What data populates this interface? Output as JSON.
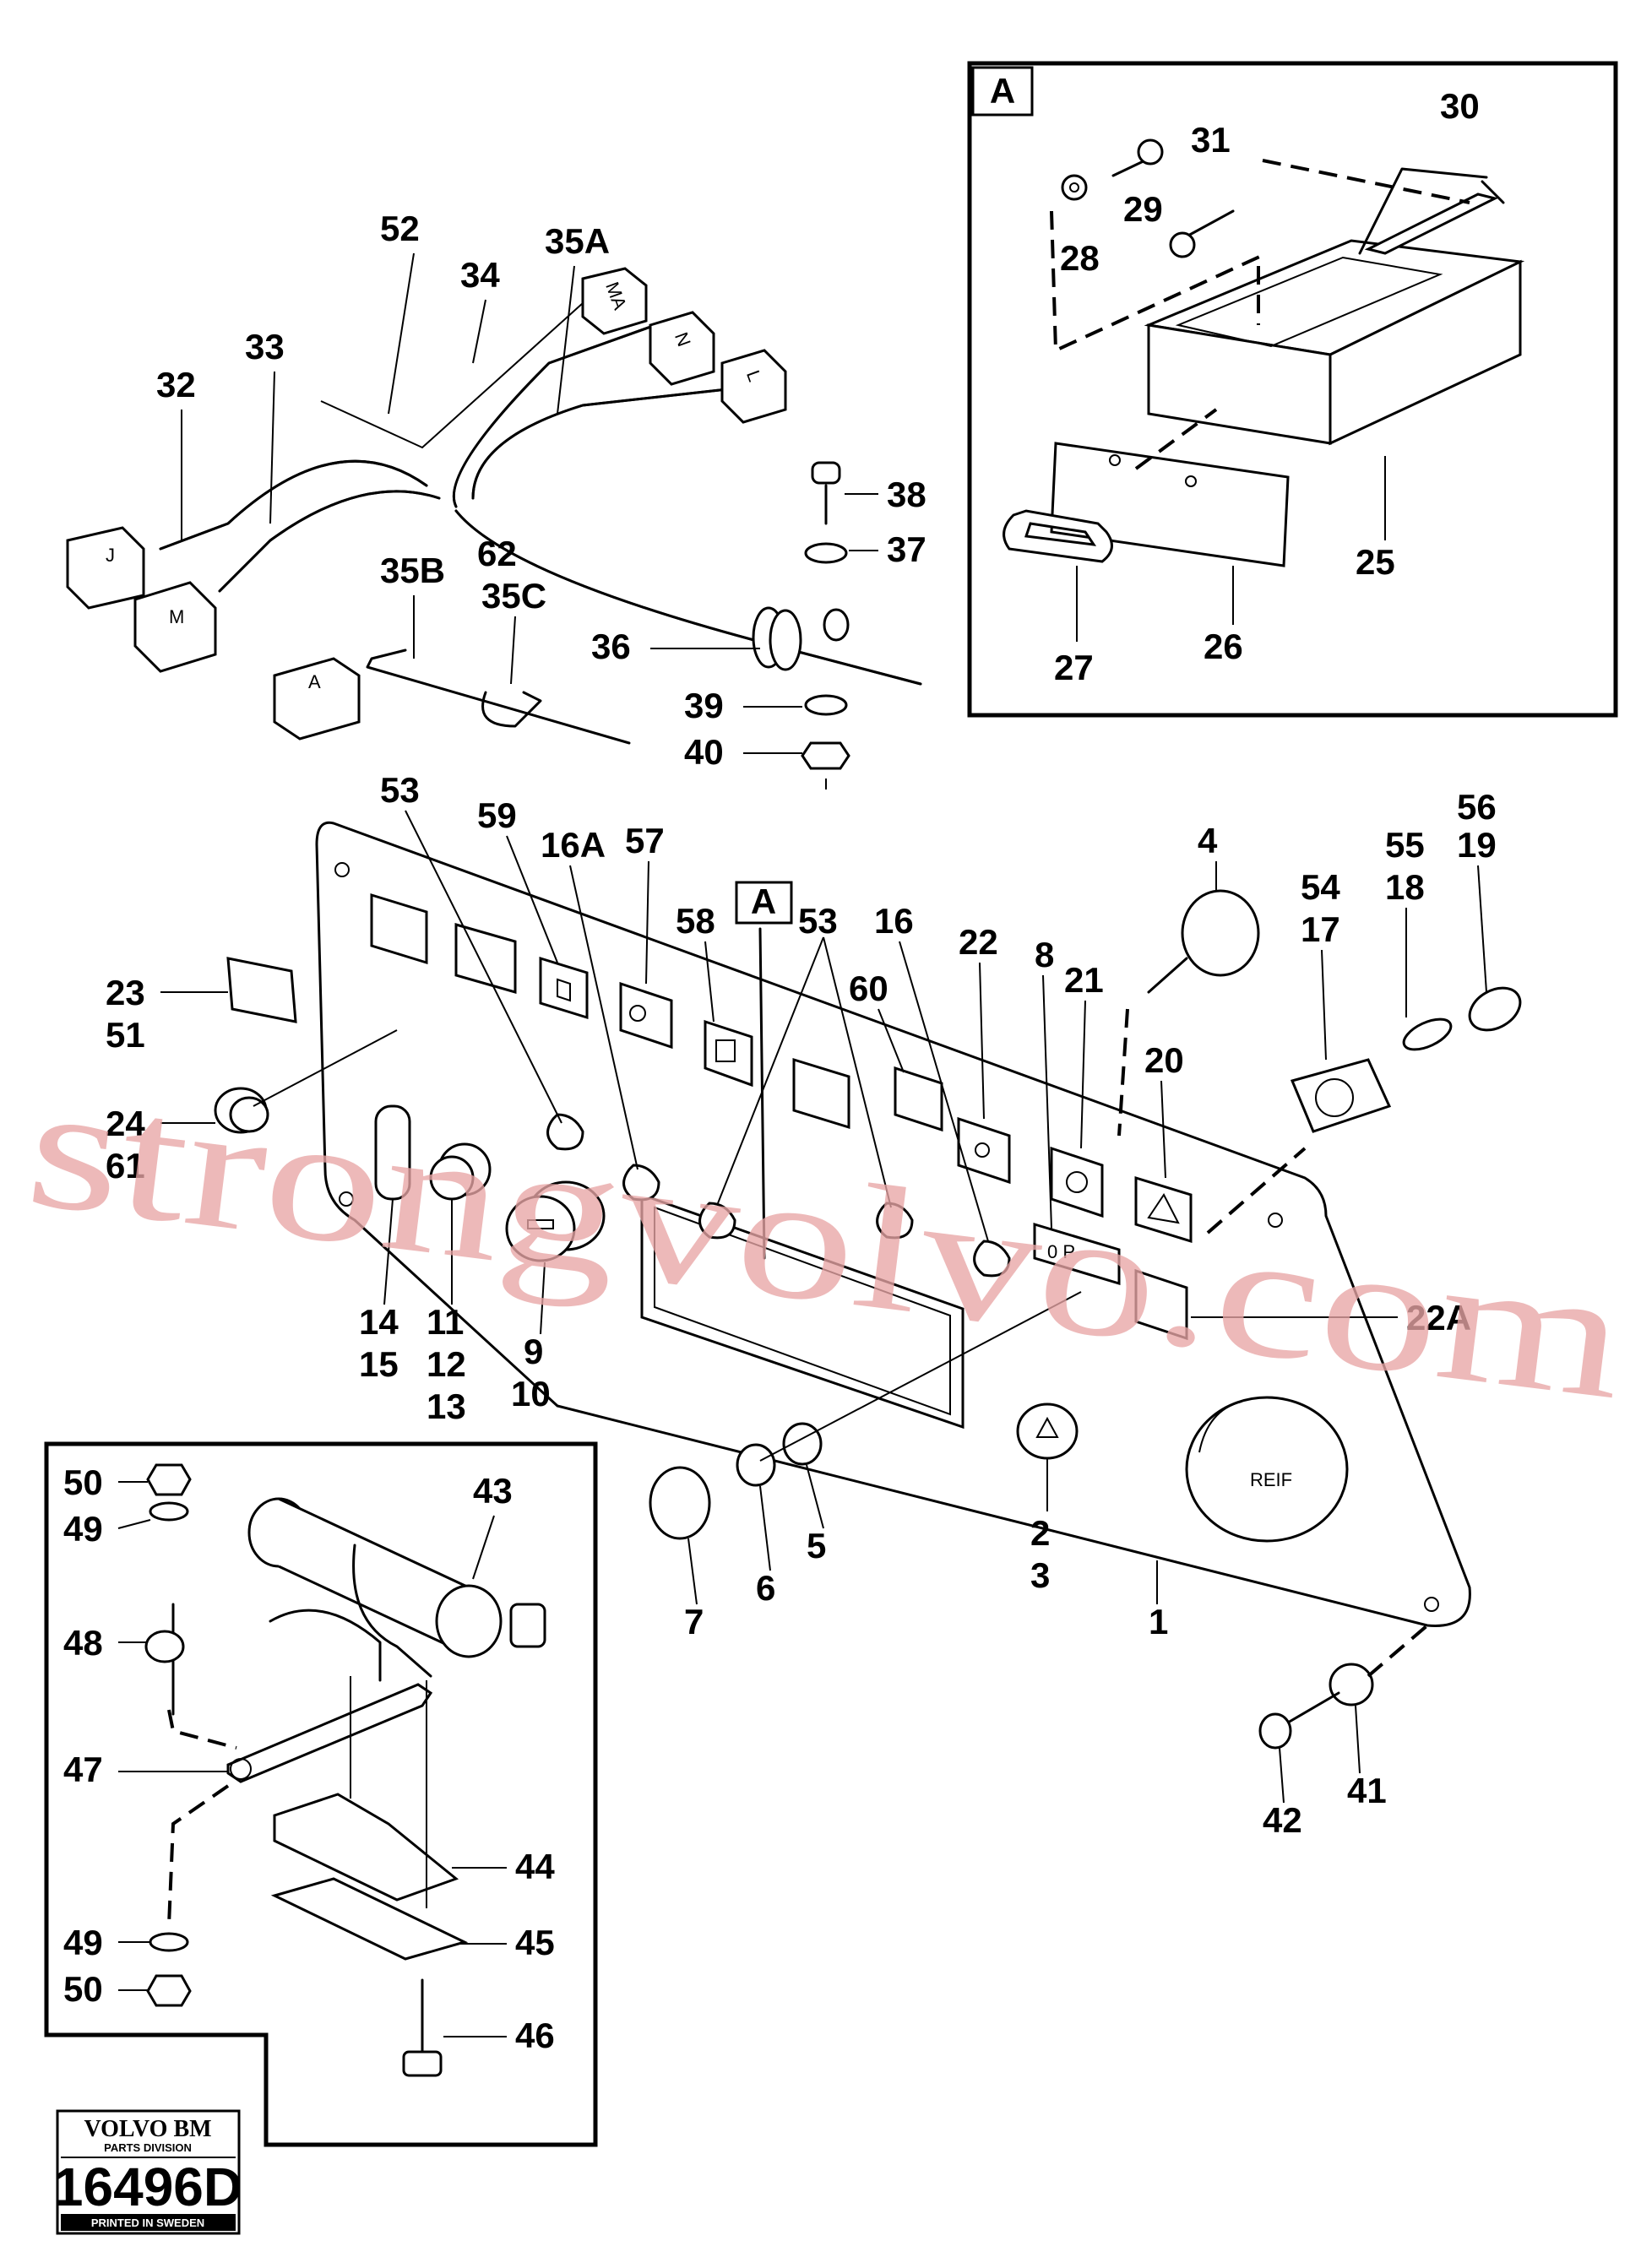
{
  "watermark": "strongvolvo.com",
  "inset_a": {
    "marker": "A"
  },
  "panel_marker": "A",
  "labels": {
    "l1": "1",
    "l2": "2",
    "l3": "3",
    "l4": "4",
    "l5": "5",
    "l6": "6",
    "l7": "7",
    "l8": "8",
    "l9": "9",
    "l10": "10",
    "l11": "11",
    "l12": "12",
    "l13": "13",
    "l14": "14",
    "l15": "15",
    "l16": "16",
    "l16a": "16A",
    "l17": "17",
    "l18": "18",
    "l19": "19",
    "l20": "20",
    "l21": "21",
    "l22": "22",
    "l22a": "22A",
    "l23": "23",
    "l24": "24",
    "l25": "25",
    "l26": "26",
    "l27": "27",
    "l28": "28",
    "l29": "29",
    "l30": "30",
    "l31": "31",
    "l32": "32",
    "l33": "33",
    "l34": "34",
    "l35a": "35A",
    "l35b": "35B",
    "l35c": "35C",
    "l36": "36",
    "l37": "37",
    "l38": "38",
    "l39": "39",
    "l40": "40",
    "l41": "41",
    "l42": "42",
    "l43": "43",
    "l44": "44",
    "l45": "45",
    "l46": "46",
    "l47": "47",
    "l48": "48",
    "l49a": "49",
    "l49b": "49",
    "l50a": "50",
    "l50b": "50",
    "l51": "51",
    "l52": "52",
    "l53a": "53",
    "l53b": "53",
    "l54": "54",
    "l55": "55",
    "l56": "56",
    "l57": "57",
    "l58": "58",
    "l59": "59",
    "l60": "60",
    "l61": "61",
    "l62": "62"
  },
  "connector_letters": {
    "j": "J",
    "m": "M",
    "a": "A",
    "ma": "MA",
    "n": "N",
    "l": "L"
  },
  "indicator_text": "0 P",
  "artist_mark": "REIF",
  "badge": {
    "brand": "VOLVO BM",
    "division": "PARTS DIVISION",
    "number": "16496D",
    "printed": "PRINTED IN SWEDEN"
  }
}
